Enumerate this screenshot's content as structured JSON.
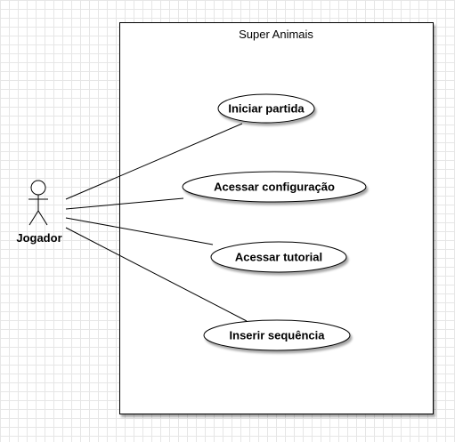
{
  "diagram": {
    "system": {
      "name": "Super Animais"
    },
    "actor": {
      "name": "Jogador"
    },
    "use_cases": [
      {
        "label": "Iniciar partida"
      },
      {
        "label": "Acessar configuração"
      },
      {
        "label": "Acessar tutorial"
      },
      {
        "label": "Inserir sequência"
      }
    ]
  }
}
